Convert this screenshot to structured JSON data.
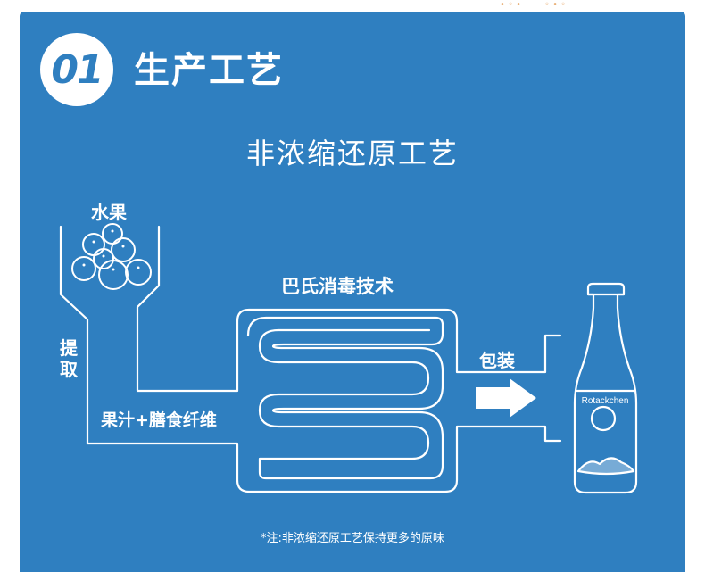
{
  "header": {
    "badge_number": "01",
    "section_title": "生产工艺"
  },
  "diagram": {
    "title": "非浓缩还原工艺",
    "labels": {
      "fruit": "水果",
      "extract": "提取",
      "juice": "果汁+膳食纤维",
      "pasteurize": "巴氏消毒技术",
      "package": "包装",
      "bottle_brand": "Rotackchen"
    }
  },
  "footer": {
    "note": "*注:非浓缩还原工艺保持更多的原味"
  },
  "colors": {
    "background": "#2f7fc0",
    "foreground": "#ffffff"
  }
}
